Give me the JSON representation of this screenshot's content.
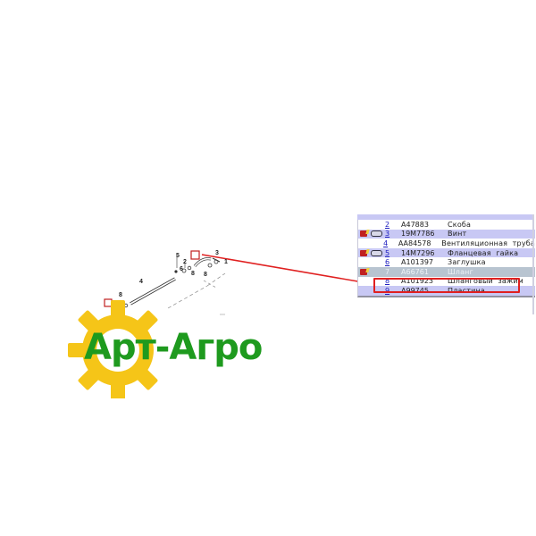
{
  "logo": {
    "text": "Арт-Агро",
    "gear_color": "#f5c518",
    "text_color": "#1e9a1e"
  },
  "diagram": {
    "callouts": [
      "1",
      "2",
      "3",
      "4",
      "5",
      "6",
      "8",
      "8",
      "8",
      "8"
    ],
    "highlight_color": "#e02020"
  },
  "parts_table": {
    "rows": [
      {
        "num": "2",
        "code": "A47883",
        "name": "Скоба",
        "style": "white",
        "book": false,
        "link": false
      },
      {
        "num": "3",
        "code": "19M7786",
        "name": "Винт",
        "style": "blue",
        "book": true,
        "link": true
      },
      {
        "num": "4",
        "code": "AA84578",
        "name": "Вентиляционная  труба",
        "style": "white",
        "book": false,
        "link": false
      },
      {
        "num": "5",
        "code": "14M7296",
        "name": "Фланцевая  гайка",
        "style": "blue",
        "book": true,
        "link": true
      },
      {
        "num": "6",
        "code": "A101397",
        "name": "Заглушка",
        "style": "white",
        "book": false,
        "link": false
      },
      {
        "num": "7",
        "code": "A66761",
        "name": "Шланг",
        "style": "sel",
        "book": true,
        "link": false
      },
      {
        "num": "8",
        "code": "A101923",
        "name": "Шланговый  зажим",
        "style": "white",
        "book": false,
        "link": false
      },
      {
        "num": "9",
        "code": "A99745",
        "name": "Пластина",
        "style": "blue",
        "book": false,
        "link": false
      }
    ]
  }
}
